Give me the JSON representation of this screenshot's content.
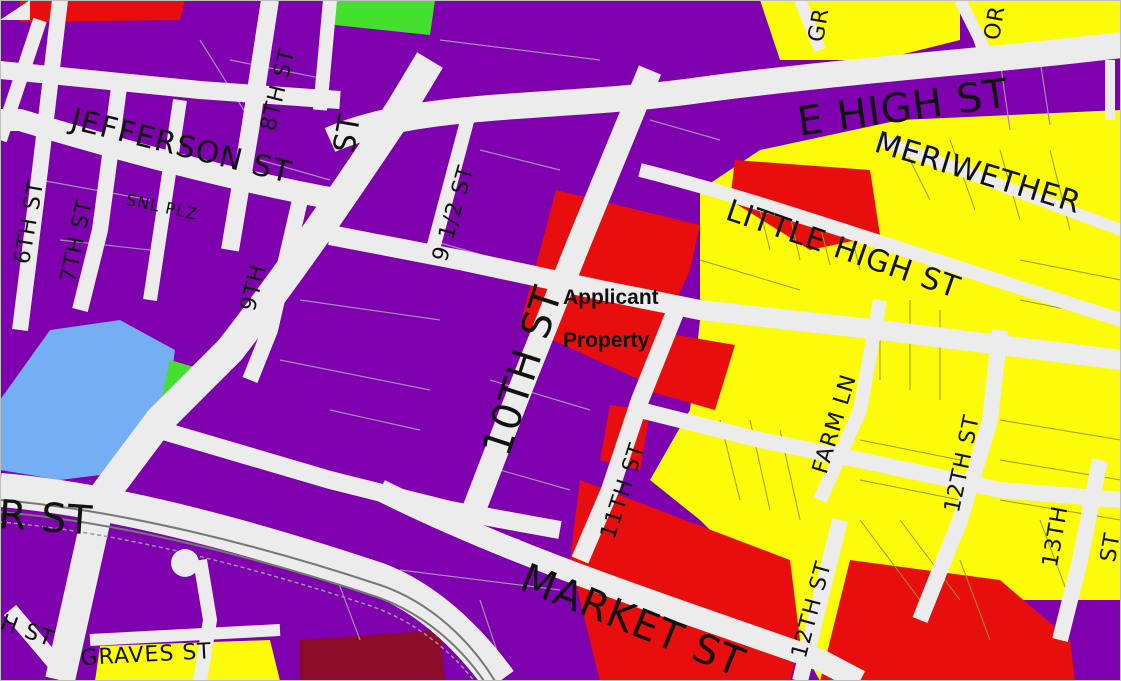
{
  "map": {
    "colors": {
      "commercial": "#7f00ae",
      "residential": "#fbfb0a",
      "highlight_red": "#e80e0e",
      "dark_red": "#8c0c2a",
      "water": "#74aef3",
      "park": "#44e02e",
      "street": "#ececec",
      "parcel_line": "#a78ab8"
    },
    "annotation": {
      "line1": "Applicant",
      "line2": "Property"
    },
    "streets": {
      "e_high": "E HIGH ST",
      "jefferson": "JEFFERSON ST",
      "meriwether": "MERIWETHER",
      "little_high": "LITTLE HIGH ST",
      "market": "MARKET ST",
      "graves": "GRAVES ST",
      "eighth": "8TH ST",
      "ninth": "9TH",
      "nine_half": "9 1/2 ST",
      "tenth": "10TH ST",
      "eleventh": "11TH ST",
      "twelfth": "12TH ST",
      "twelfth_lower": "12TH ST",
      "thirteenth": "13TH",
      "farm": "FARM LN",
      "sixth": "6TH ST",
      "seventh": "7TH ST",
      "snl": "SNL PLZ",
      "st_fragment": "ST",
      "r_st": "R  ST",
      "h_st": "H ST",
      "gr_fragment": "GR",
      "or_fragment": "OR",
      "right_st": "ST"
    }
  }
}
